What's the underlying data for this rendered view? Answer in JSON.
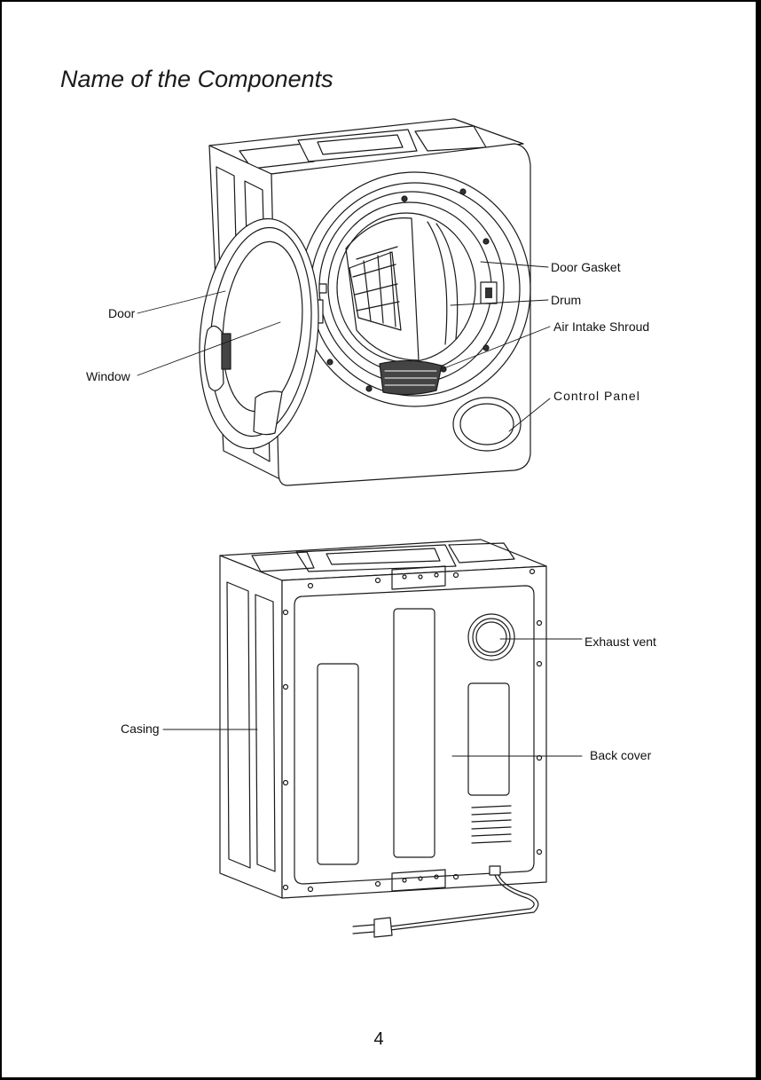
{
  "page": {
    "title": "Name of the Components",
    "page_number": "4"
  },
  "front_view": {
    "labels": {
      "door": "Door",
      "window": "Window",
      "door_gasket": "Door Gasket",
      "drum": "Drum",
      "air_intake_shroud": "Air Intake Shroud",
      "control_panel": "Control Panel"
    }
  },
  "back_view": {
    "labels": {
      "casing": "Casing",
      "exhaust_vent": "Exhaust vent",
      "back_cover": "Back cover"
    }
  }
}
